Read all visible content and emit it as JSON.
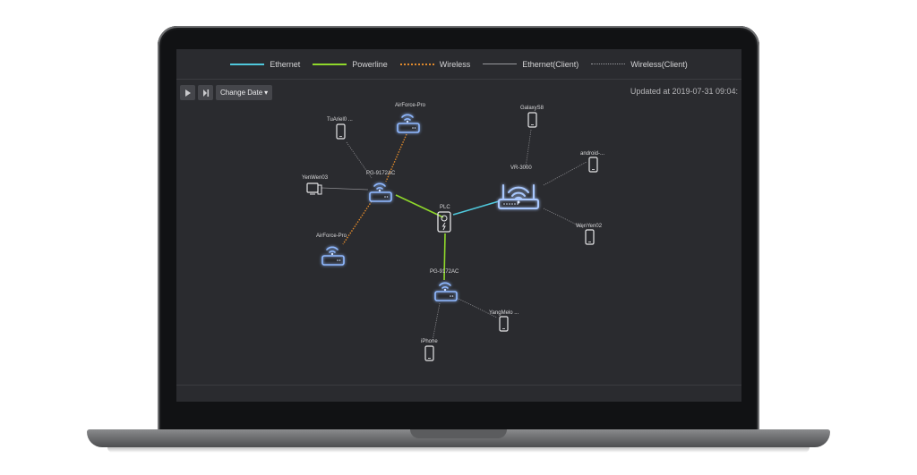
{
  "legend": [
    {
      "label": "Ethernet",
      "color": "#4fc8dc",
      "style": "solid"
    },
    {
      "label": "Powerline",
      "color": "#8fd82b",
      "style": "solid"
    },
    {
      "label": "Wireless",
      "color": "#e08a2c",
      "style": "dotted"
    },
    {
      "label": "Ethernet(Client)",
      "color": "#9a9a9e",
      "style": "solid"
    },
    {
      "label": "Wireless(Client)",
      "color": "#9a9a9e",
      "style": "dotted"
    }
  ],
  "toolbar": {
    "play_icon": "play-icon",
    "step_icon": "step-forward-icon",
    "change_date_label": "Change Date",
    "caret": "▾"
  },
  "status": {
    "updated_text": "Updated at 2019-07-31 09:04:"
  },
  "nodes": {
    "tuariel": "TuAriel0 ...",
    "airforce_top": "AirForce-Pro",
    "yenwen": "YenWen03",
    "pg_left": "PG-9172AC",
    "airforce_left": "AirForce-Pro",
    "plc": "PLC",
    "galaxy": "GalaxyS8",
    "vr": "VR-3000",
    "android": "android-...",
    "wenyen": "WenYen02",
    "pg_bottom": "PG-9172AC",
    "yangmelo": "YangMelo ...",
    "iphone": "iPhone"
  }
}
